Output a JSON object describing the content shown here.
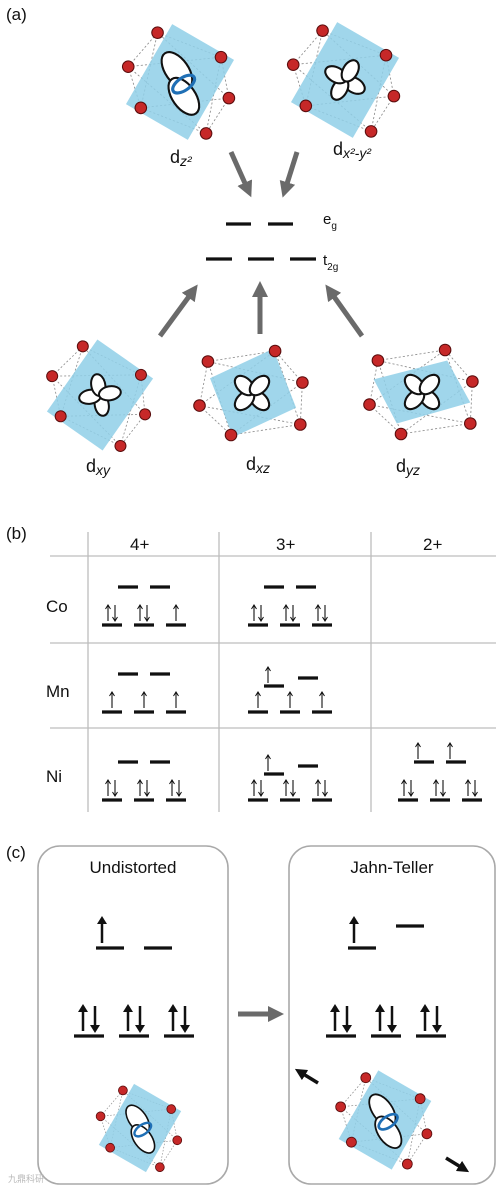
{
  "panel_a": {
    "label": "(a)",
    "orbitals_top": [
      {
        "name": "d",
        "sub": "z²"
      },
      {
        "name": "d",
        "sub": "x²-y²"
      }
    ],
    "orbitals_bottom": [
      {
        "name": "d",
        "sub": "xy"
      },
      {
        "name": "d",
        "sub": "xz"
      },
      {
        "name": "d",
        "sub": "yz"
      }
    ],
    "levels": [
      {
        "name": "e",
        "sub": "g"
      },
      {
        "name": "t",
        "sub": "2g"
      }
    ]
  },
  "panel_b": {
    "label": "(b)",
    "columns": [
      "4+",
      "3+",
      "2+"
    ],
    "rows": [
      "Co",
      "Mn",
      "Ni"
    ]
  },
  "panel_c": {
    "label": "(c)",
    "boxes": [
      "Undistorted",
      "Jahn-Teller"
    ]
  },
  "colors": {
    "plane": "#8fcfe8",
    "atom": "#c62828",
    "arrow": "#6a6a6a",
    "grid": "#bdbdbd",
    "ring": "#1f6fb5"
  },
  "watermark": "九鼎科研"
}
